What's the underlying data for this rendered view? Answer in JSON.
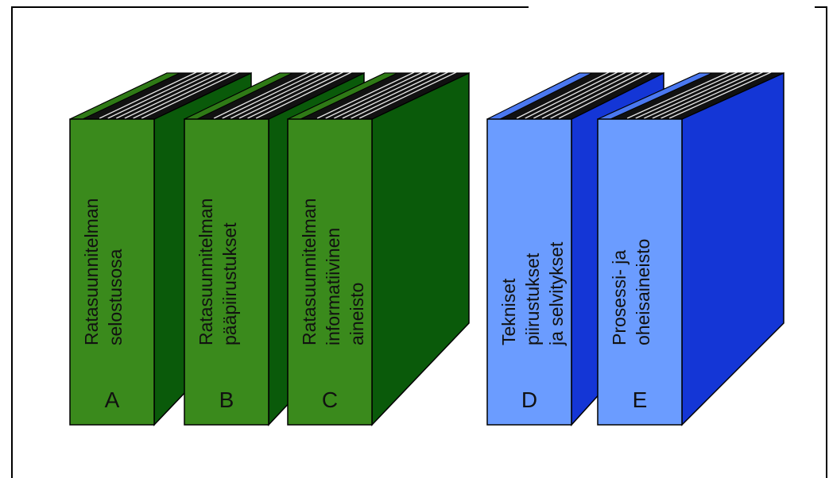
{
  "binders": [
    {
      "letter": "A",
      "lines": [
        "Ratasuunnitelman",
        "selostusosa"
      ],
      "color": "green"
    },
    {
      "letter": "B",
      "lines": [
        "Ratasuunnitelman",
        "pääpiirustukset"
      ],
      "color": "green"
    },
    {
      "letter": "C",
      "lines": [
        "Ratasuunnitelman",
        "informatiivinen",
        "aineisto"
      ],
      "color": "green"
    },
    {
      "letter": "D",
      "lines": [
        "Tekniset",
        "piirustukset",
        "ja selvitykset"
      ],
      "color": "blue"
    },
    {
      "letter": "E",
      "lines": [
        "Prosessi- ja",
        "oheisaineisto"
      ],
      "color": "blue"
    }
  ],
  "colors": {
    "green_spine": "#3a8a1c",
    "green_side": "#0a5a0a",
    "green_top": "#2f7a16",
    "blue_spine": "#6b9cff",
    "blue_side": "#1436d6",
    "blue_top": "#4a78f0",
    "pages_dark": "#111111",
    "pages_light": "#e8e8e8"
  }
}
